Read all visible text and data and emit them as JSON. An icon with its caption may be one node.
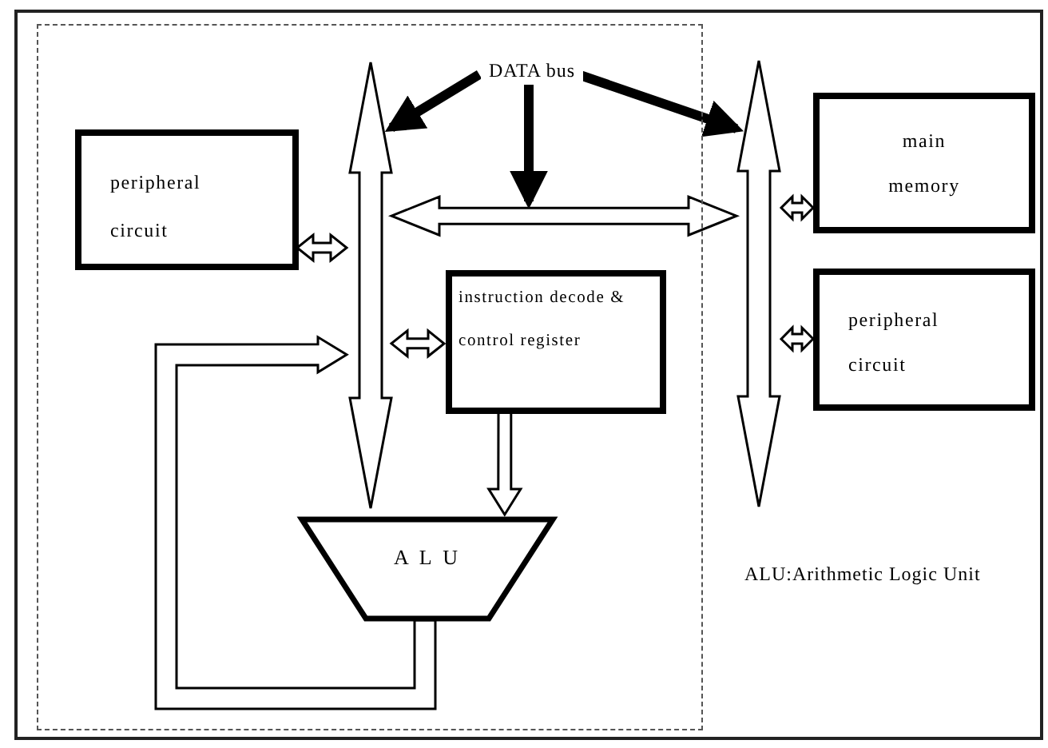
{
  "diagram": {
    "nodes": [
      {
        "text": [],
        "shape": "box"
      },
      {
        "text": [
          "peripheral circuit"
        ],
        "in": 0
      },
      {
        "text": [],
        "shape": "bar",
        "in": 0
      },
      {
        "text": [
          "instruction decode & control register"
        ],
        "in": 0
      },
      {
        "text": [
          "A L U"
        ],
        "in": 0
      },
      {
        "text": [
          "DATA bus"
        ],
        "in": 0
      },
      {
        "text": [],
        "shape": "bar"
      },
      {
        "text": [
          "main memory"
        ]
      },
      {
        "text": [
          "peripheral circuit"
        ]
      }
    ],
    "edges": [
      {
        "from": 5,
        "to": 2,
        "arrow": "to"
      },
      {
        "from": 5,
        "to": null,
        "arrow": "to"
      },
      {
        "from": 5,
        "to": 6,
        "arrow": "to"
      },
      {
        "from": 2,
        "to": 6,
        "arrow": "both",
        "style": "thick"
      },
      {
        "from": 1,
        "to": 2,
        "arrow": "both",
        "style": "thick"
      },
      {
        "from": 2,
        "to": 3,
        "arrow": "both",
        "style": "thick"
      },
      {
        "from": 6,
        "to": 7,
        "arrow": "both",
        "style": "thick"
      },
      {
        "from": 6,
        "to": 8,
        "arrow": "both",
        "style": "thick"
      },
      {
        "from": 3,
        "to": 4,
        "arrow": "to",
        "style": "thick"
      },
      {
        "from": 4,
        "to": 2,
        "arrow": "to",
        "style": "thick"
      }
    ],
    "labels": [
      "ALU:Arithmetic Logic Unit"
    ]
  }
}
